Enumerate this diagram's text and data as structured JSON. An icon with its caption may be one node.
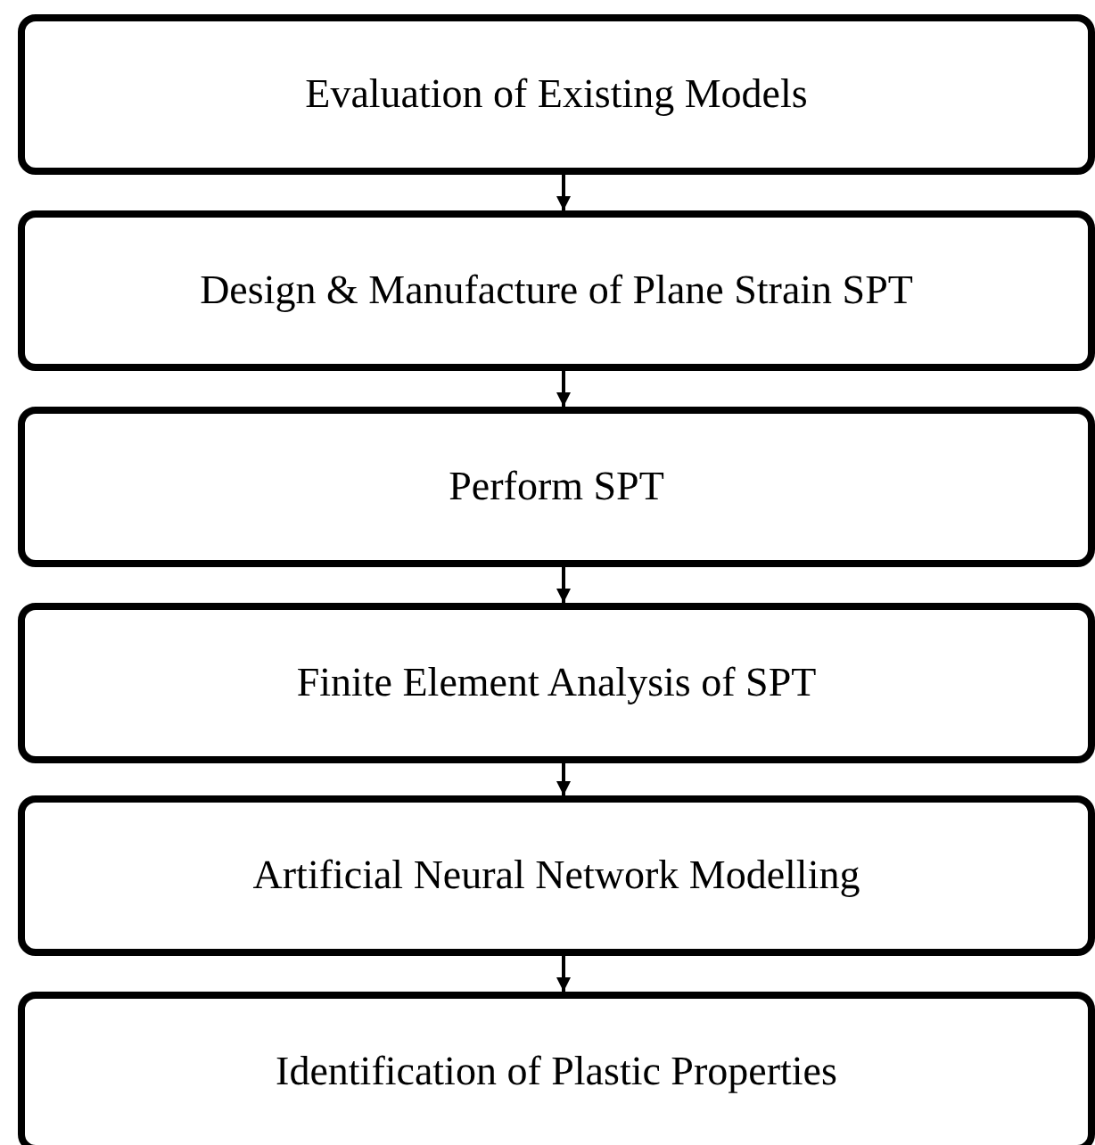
{
  "diagram": {
    "nodes": [
      {
        "text": [
          "Evaluation of Existing Models"
        ]
      },
      {
        "text": [
          "Design & Manufacture of Plane Strain SPT"
        ]
      },
      {
        "text": [
          "Perform SPT"
        ]
      },
      {
        "text": [
          "Finite Element Analysis of SPT"
        ]
      },
      {
        "text": [
          "Artificial Neural Network Modelling"
        ]
      },
      {
        "text": [
          "Identification of Plastic Properties"
        ]
      }
    ],
    "edges": [
      {
        "from": 0,
        "to": 1,
        "arrow": "to"
      },
      {
        "from": 1,
        "to": 2,
        "arrow": "to"
      },
      {
        "from": 2,
        "to": 3,
        "arrow": "to"
      },
      {
        "from": 3,
        "to": 4,
        "arrow": "to"
      },
      {
        "from": 4,
        "to": 5,
        "arrow": "to"
      }
    ]
  }
}
